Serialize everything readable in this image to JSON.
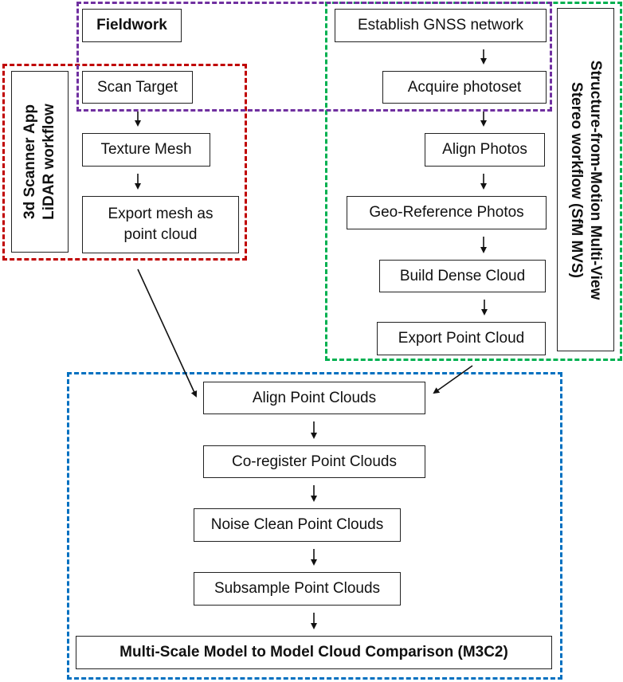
{
  "regions": {
    "fieldwork": {
      "label": "Fieldwork",
      "color": "#7030a0"
    },
    "lidar": {
      "label": "3d Scanner App LiDAR workflow",
      "line1": "3d Scanner App",
      "line2": "LiDAR workflow",
      "color": "#c00000"
    },
    "sfm": {
      "label": "Structure-from-Motion Multi-View Stereo workflow (SfM MVS)",
      "line1": "Structure-from-Motion Multi-View",
      "line2": "Stereo workflow (SfM MVS)",
      "color": "#00b050"
    },
    "processing": {
      "color": "#0070c0"
    }
  },
  "nodes": {
    "scan_target": "Scan Target",
    "texture_mesh": "Texture Mesh",
    "export_mesh_line1": "Export mesh as",
    "export_mesh_line2": "point cloud",
    "gnss": "Establish GNSS network",
    "acquire": "Acquire photoset",
    "align_photos": "Align Photos",
    "georef": "Geo-Reference Photos",
    "dense": "Build Dense Cloud",
    "export_pc": "Export Point Cloud",
    "align_pc": "Align Point Clouds",
    "coregister": "Co-register Point Clouds",
    "noise": "Noise Clean Point Clouds",
    "subsample": "Subsample Point Clouds",
    "m3c2": "Multi-Scale Model to Model Cloud Comparison (M3C2)"
  },
  "edges": [
    [
      "Scan Target",
      "Texture Mesh"
    ],
    [
      "Texture Mesh",
      "Export mesh as point cloud"
    ],
    [
      "Establish GNSS network",
      "Acquire photoset"
    ],
    [
      "Acquire photoset",
      "Align Photos"
    ],
    [
      "Align Photos",
      "Geo-Reference Photos"
    ],
    [
      "Geo-Reference Photos",
      "Build Dense Cloud"
    ],
    [
      "Build Dense Cloud",
      "Export Point Cloud"
    ],
    [
      "Export mesh as point cloud",
      "Align Point Clouds"
    ],
    [
      "Export Point Cloud",
      "Align Point Clouds"
    ],
    [
      "Align Point Clouds",
      "Co-register Point Clouds"
    ],
    [
      "Co-register Point Clouds",
      "Noise Clean Point Clouds"
    ],
    [
      "Noise Clean Point Clouds",
      "Subsample Point Clouds"
    ],
    [
      "Subsample Point Clouds",
      "Multi-Scale Model to Model Cloud Comparison (M3C2)"
    ]
  ]
}
